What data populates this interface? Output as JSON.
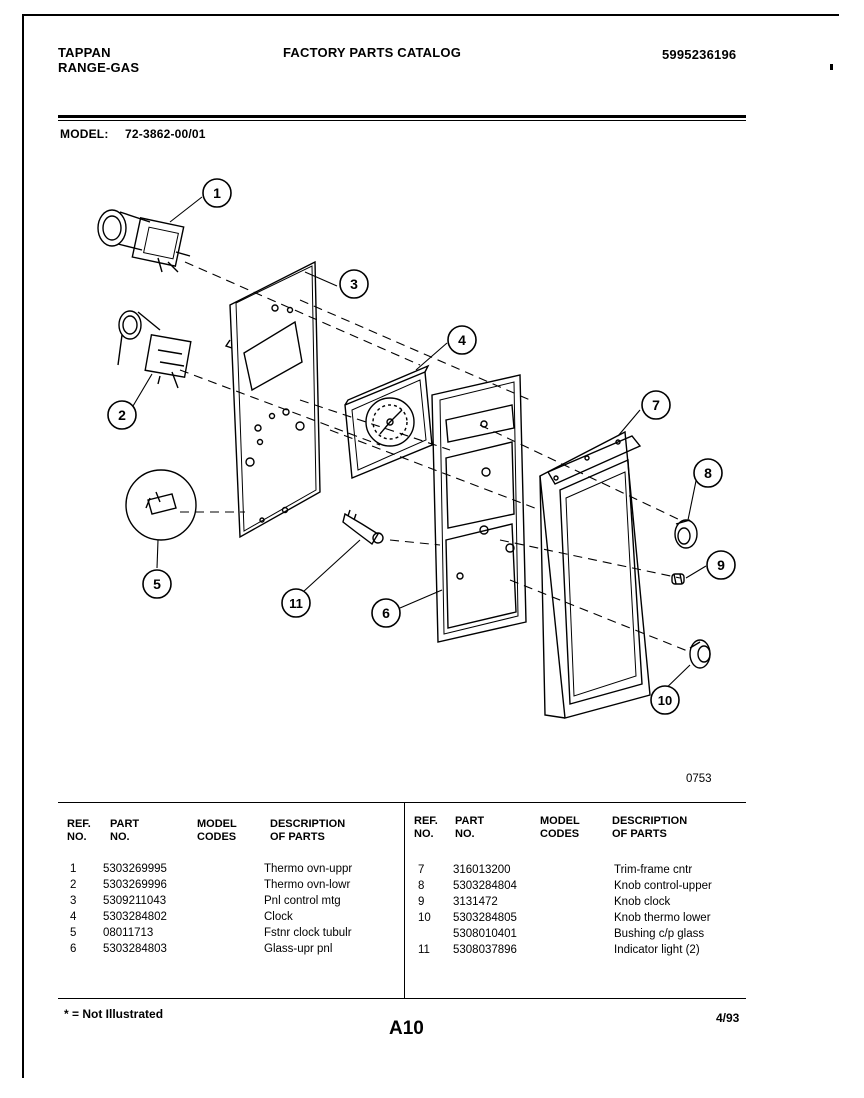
{
  "header": {
    "brand_line1": "TAPPAN",
    "brand_line2": "RANGE-GAS",
    "title": "FACTORY PARTS CATALOG",
    "catalog_number": "5995236196"
  },
  "model": {
    "label": "MODEL:",
    "value": "72-3862-00/01"
  },
  "diagram": {
    "drawing_code": "0753",
    "callouts": [
      "1",
      "2",
      "3",
      "4",
      "5",
      "6",
      "7",
      "8",
      "9",
      "10",
      "11"
    ]
  },
  "table": {
    "headers": {
      "ref": [
        "REF.",
        "NO."
      ],
      "part": [
        "PART",
        "NO."
      ],
      "model": [
        "MODEL",
        "CODES"
      ],
      "desc": [
        "DESCRIPTION",
        "OF PARTS"
      ]
    },
    "left_rows": [
      {
        "ref": "1",
        "part": "5303269995",
        "desc": "Thermo ovn-uppr"
      },
      {
        "ref": "2",
        "part": "5303269996",
        "desc": "Thermo ovn-lowr"
      },
      {
        "ref": "3",
        "part": "5309211043",
        "desc": "Pnl control mtg"
      },
      {
        "ref": "4",
        "part": "5303284802",
        "desc": "Clock"
      },
      {
        "ref": "5",
        "part": "08011713",
        "desc": "Fstnr clock tubulr"
      },
      {
        "ref": "6",
        "part": "5303284803",
        "desc": "Glass-upr pnl"
      }
    ],
    "right_rows": [
      {
        "ref": "7",
        "part": "316013200",
        "desc": "Trim-frame cntr"
      },
      {
        "ref": "8",
        "part": "5303284804",
        "desc": "Knob control-upper"
      },
      {
        "ref": "9",
        "part": "3131472",
        "desc": "Knob clock"
      },
      {
        "ref": "10",
        "part": "5303284805",
        "desc": "Knob thermo lower"
      },
      {
        "ref": "",
        "part": "5308010401",
        "desc": "Bushing c/p glass"
      },
      {
        "ref": "11",
        "part": "5308037896",
        "desc": "Indicator light (2)"
      }
    ]
  },
  "footer": {
    "note": "* = Not Illustrated",
    "page": "A10",
    "date": "4/93"
  }
}
